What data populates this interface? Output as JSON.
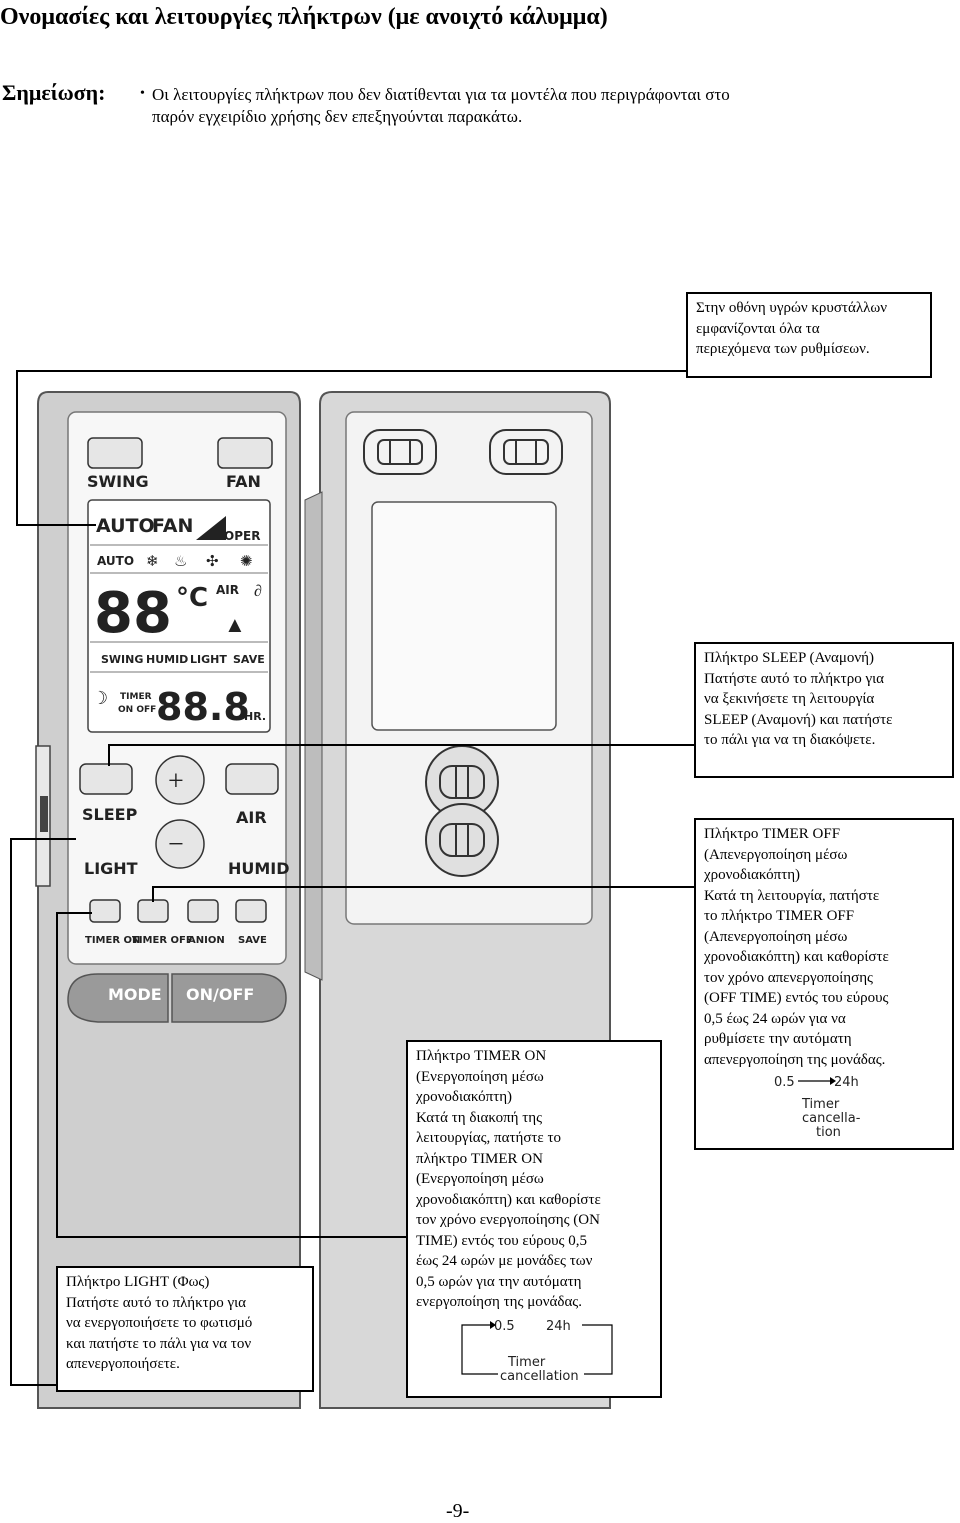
{
  "title": "Ονομασίες και λειτουργίες πλήκτρων (με ανοιχτό κάλυμμα)",
  "note": {
    "label": "Σημείωση:",
    "bullet": "•",
    "lines": [
      "Οι λειτουργίες πλήκτρων που δεν διατίθενται για τα μοντέλα που περιγράφονται στο",
      "παρόν εγχειρίδιο χρήσης δεν επεξηγούνται παρακάτω."
    ]
  },
  "callouts": {
    "lcd": {
      "lines": [
        "Στην οθόνη υγρών κρυστάλλων",
        "εμφανίζονται όλα τα",
        "περιεχόμενα των ρυθμίσεων."
      ]
    },
    "sleep": {
      "lines": [
        "Πλήκτρο SLEEP (Αναμονή)",
        "Πατήστε αυτό το πλήκτρο για",
        "να ξεκινήσετε τη λειτουργία",
        "SLEEP (Αναμονή) και πατήστε",
        "το πάλι για να τη διακόψετε."
      ]
    },
    "timer_off": {
      "lines": [
        "Πλήκτρο TIMER OFF",
        "(Απενεργοποίηση μέσω",
        "χρονοδιακόπτη)",
        "Κατά τη λειτουργία, πατήστε",
        "το πλήκτρο TIMER OFF",
        "(Απενεργοποίηση μέσω",
        "χρονοδιακόπτη) και καθορίστε",
        "τον χρόνο απενεργοποίησης",
        "(OFF TIME) εντός του εύρους",
        "0,5 έως 24 ωρών για να",
        "ρυθμίσετε την αυτόματη",
        "απενεργοποίηση της μονάδας."
      ],
      "diagram": {
        "start": "0.5",
        "end": "24h",
        "label_lines": [
          "Timer",
          "cancella-",
          "tion"
        ]
      }
    },
    "timer_on": {
      "lines": [
        "Πλήκτρο TIMER ON",
        "(Ενεργοποίηση μέσω",
        "χρονοδιακόπτη)",
        "Κατά τη διακοπή της",
        "λειτουργίας, πατήστε το",
        "πλήκτρο TIMER ON",
        "(Ενεργοποίηση μέσω",
        "χρονοδιακόπτη) και καθορίστε",
        "τον χρόνο ενεργοποίησης (ON",
        "TIME) εντός του εύρους 0,5",
        "έως 24 ωρών με μονάδες των",
        "0,5 ωρών για την αυτόματη",
        "ενεργοποίηση της μονάδας."
      ],
      "diagram": {
        "start": "0.5",
        "end": "24h",
        "label_lines": [
          "Timer",
          "cancellation"
        ]
      }
    },
    "light": {
      "lines": [
        "Πλήκτρο LIGHT (Φως)",
        "Πατήστε αυτό το πλήκτρο για",
        "να ενεργοποιήσετε το φωτισμό",
        "και πατήστε το πάλι για να τον",
        "απενεργοποιήσετε."
      ]
    }
  },
  "remote": {
    "buttons": {
      "swing": "SWING",
      "fan": "FAN",
      "sleep": "SLEEP",
      "air": "AIR",
      "light": "LIGHT",
      "humid": "HUMID",
      "timer_on": "TIMER ON",
      "timer_off": "TIMER OFF",
      "anion": "ANION",
      "save": "SAVE",
      "mode": "MODE",
      "on_off": "ON/OFF",
      "plus": "+",
      "minus": "−"
    },
    "lcd": {
      "auto": "AUTO",
      "fan": "FAN",
      "oper": "OPER",
      "auto_small": "AUTO",
      "temp": "88",
      "celsius": "°C",
      "air": "AIR",
      "swing": "SWING",
      "humid": "HUMID",
      "light": "LIGHT",
      "save": "SAVE",
      "timer": "TIMER",
      "on_off": "ON OFF",
      "time": "88.8",
      "hr": "HR."
    }
  },
  "page_number": "-9-"
}
